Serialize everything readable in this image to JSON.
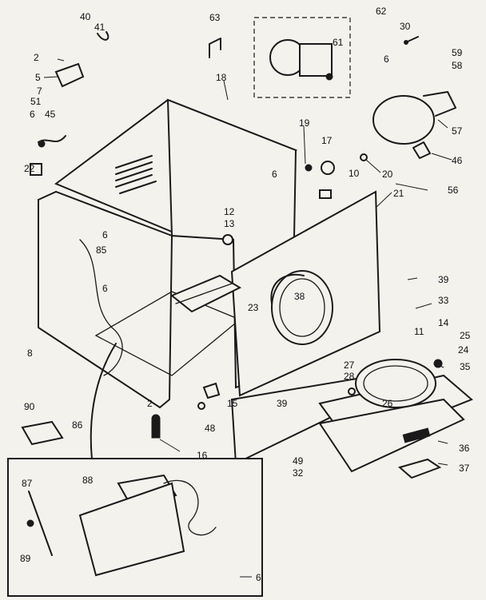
{
  "callouts": [
    {
      "id": "c40",
      "label": "40"
    },
    {
      "id": "c41",
      "label": "41"
    },
    {
      "id": "c63",
      "label": "63"
    },
    {
      "id": "c62",
      "label": "62"
    },
    {
      "id": "c30",
      "label": "30"
    },
    {
      "id": "c6a",
      "label": "6"
    },
    {
      "id": "c61",
      "label": "61"
    },
    {
      "id": "c2a",
      "label": "2"
    },
    {
      "id": "c5",
      "label": "5"
    },
    {
      "id": "c7",
      "label": "7"
    },
    {
      "id": "c51",
      "label": "51"
    },
    {
      "id": "c6b",
      "label": "6"
    },
    {
      "id": "c45",
      "label": "45"
    },
    {
      "id": "c22",
      "label": "22"
    },
    {
      "id": "c18",
      "label": "18"
    },
    {
      "id": "c59",
      "label": "59"
    },
    {
      "id": "c58",
      "label": "58"
    },
    {
      "id": "c57",
      "label": "57"
    },
    {
      "id": "c46",
      "label": "46"
    },
    {
      "id": "c56",
      "label": "56"
    },
    {
      "id": "c19",
      "label": "19"
    },
    {
      "id": "c17",
      "label": "17"
    },
    {
      "id": "c20",
      "label": "20"
    },
    {
      "id": "c6c",
      "label": "6"
    },
    {
      "id": "c10",
      "label": "10"
    },
    {
      "id": "c21",
      "label": "21"
    },
    {
      "id": "c12",
      "label": "12"
    },
    {
      "id": "c13",
      "label": "13"
    },
    {
      "id": "c6d",
      "label": "6"
    },
    {
      "id": "c85",
      "label": "85"
    },
    {
      "id": "c6e",
      "label": "6"
    },
    {
      "id": "c23",
      "label": "23"
    },
    {
      "id": "c38",
      "label": "38"
    },
    {
      "id": "c39a",
      "label": "39"
    },
    {
      "id": "c33",
      "label": "33"
    },
    {
      "id": "c11",
      "label": "11"
    },
    {
      "id": "c14",
      "label": "14"
    },
    {
      "id": "c25",
      "label": "25"
    },
    {
      "id": "c24",
      "label": "24"
    },
    {
      "id": "c35",
      "label": "35"
    },
    {
      "id": "c8",
      "label": "8"
    },
    {
      "id": "c27",
      "label": "27"
    },
    {
      "id": "c28",
      "label": "28"
    },
    {
      "id": "c26",
      "label": "26"
    },
    {
      "id": "c90",
      "label": "90"
    },
    {
      "id": "c2b",
      "label": "2"
    },
    {
      "id": "c15",
      "label": "15"
    },
    {
      "id": "c39b",
      "label": "39"
    },
    {
      "id": "c48",
      "label": "48"
    },
    {
      "id": "c36",
      "label": "36"
    },
    {
      "id": "c86",
      "label": "86"
    },
    {
      "id": "c16",
      "label": "16"
    },
    {
      "id": "c49",
      "label": "49"
    },
    {
      "id": "c32",
      "label": "32"
    },
    {
      "id": "c37",
      "label": "37"
    },
    {
      "id": "c87",
      "label": "87"
    },
    {
      "id": "c88",
      "label": "88"
    },
    {
      "id": "c89",
      "label": "89"
    },
    {
      "id": "c6f",
      "label": "6"
    }
  ]
}
